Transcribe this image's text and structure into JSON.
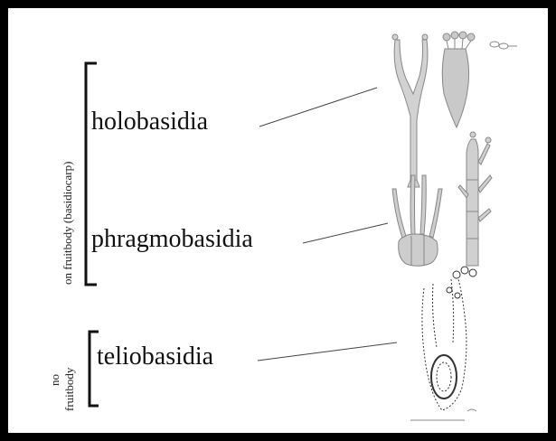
{
  "figure": {
    "labels": {
      "holobasidia": "holobasidia",
      "phragmobasidia": "phragmobasidia",
      "teliobasidia": "teliobasidia"
    },
    "groups": {
      "on_fruitbody": "on fruitbody (basidiocarp)",
      "no_fruitbody_line1": "no",
      "no_fruitbody_line2": "fruitbody"
    },
    "colors": {
      "background": "#ffffff",
      "frame": "#000000",
      "drawing_fill": "#cfcfcf",
      "drawing_stroke": "#777777"
    }
  }
}
